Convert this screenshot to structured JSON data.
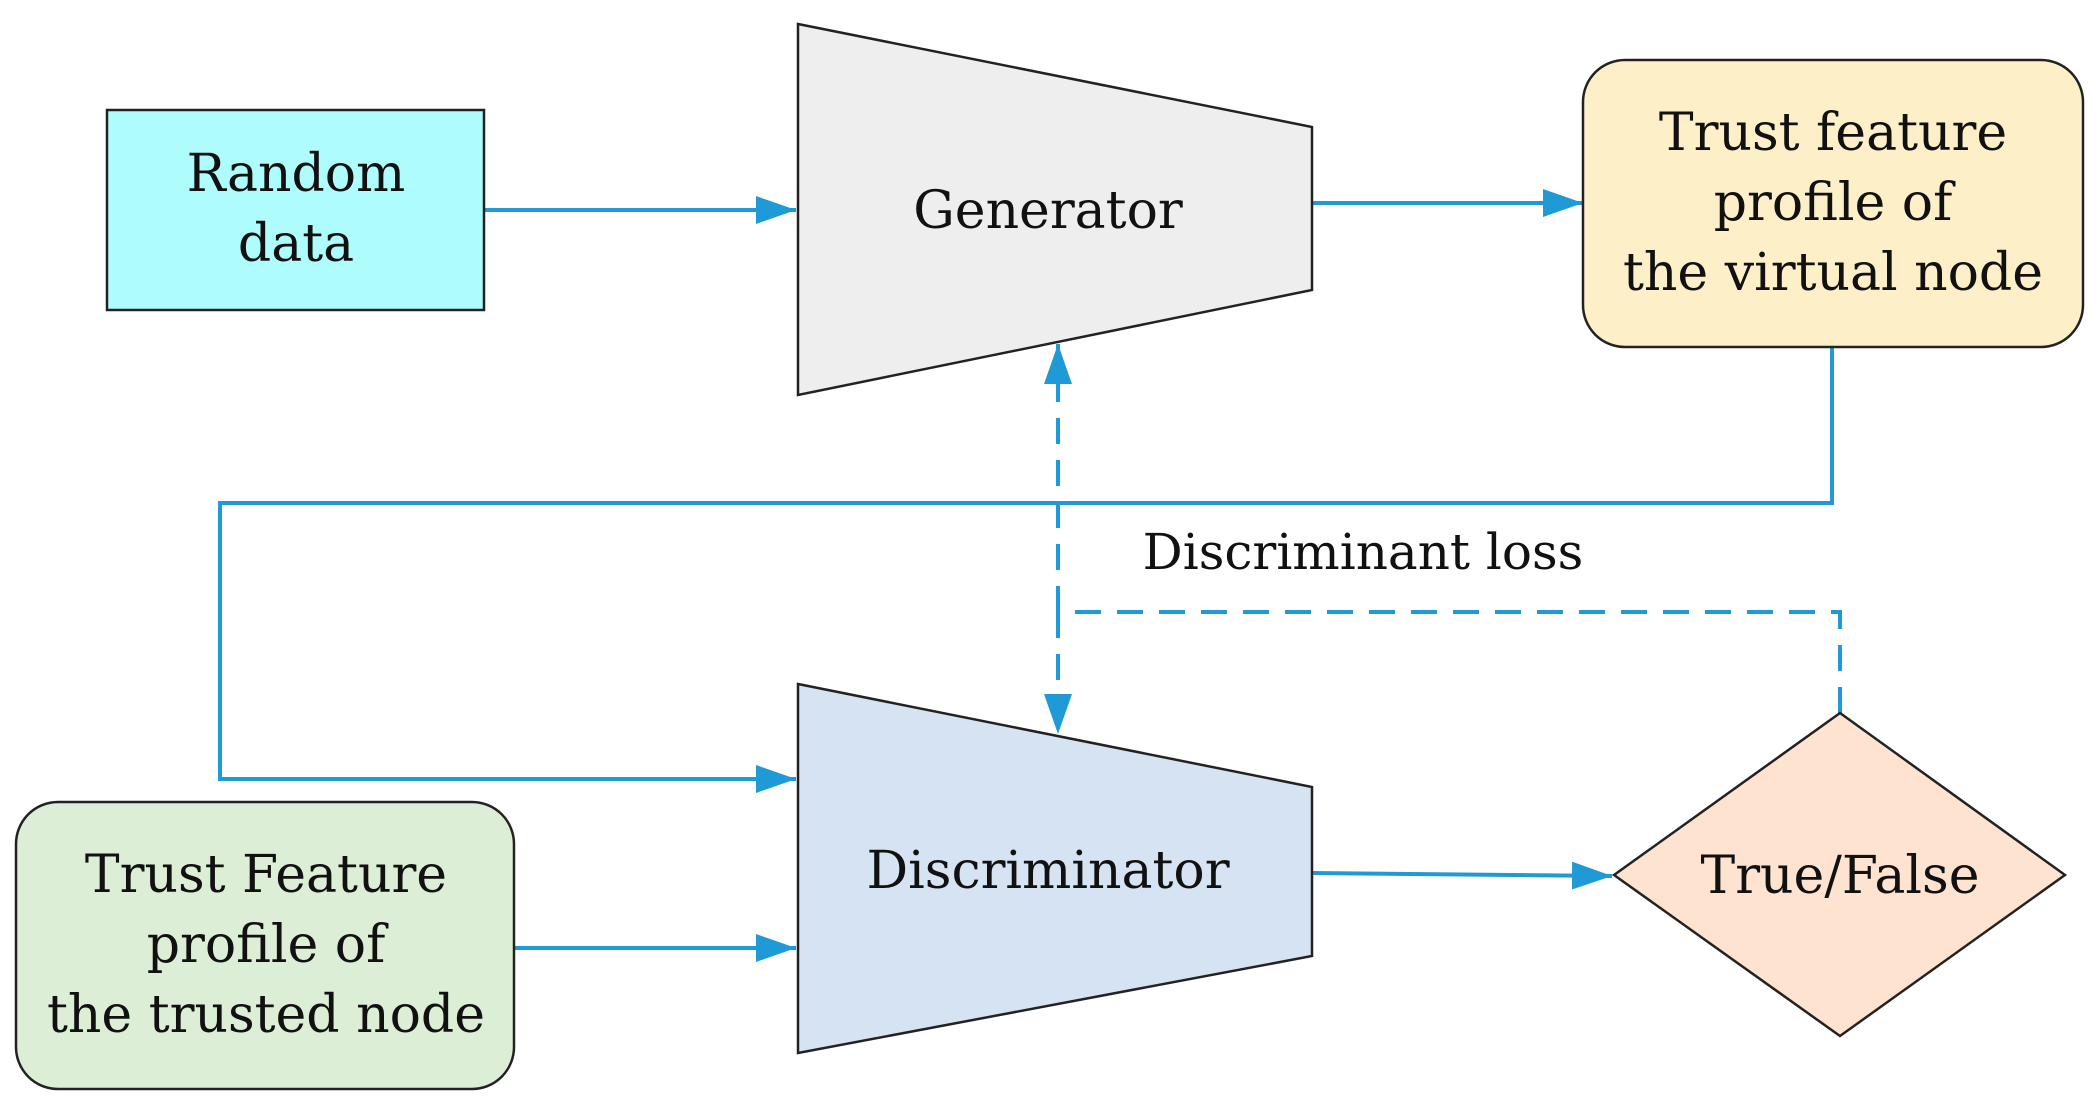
{
  "nodes": {
    "random_data": {
      "lines": [
        "Random",
        "data"
      ],
      "fill": "#aefcfc"
    },
    "generator": {
      "label": "Generator",
      "fill": "#eeeeee"
    },
    "virtual_profile": {
      "lines": [
        "Trust feature",
        "profile of",
        "the virtual node"
      ],
      "fill": "#fdf0c8"
    },
    "discriminator": {
      "label": "Discriminator",
      "fill": "#d6e3f3"
    },
    "trusted_profile": {
      "lines": [
        "Trust Feature",
        "profile of",
        "the trusted node"
      ],
      "fill": "#ddeed6"
    },
    "true_false": {
      "label": "True/False",
      "fill": "#fde3d0"
    }
  },
  "edges": {
    "discriminant_loss": {
      "label": "Discriminant loss"
    }
  },
  "colors": {
    "arrow": "#1f9ad6",
    "outline": "#222222"
  }
}
